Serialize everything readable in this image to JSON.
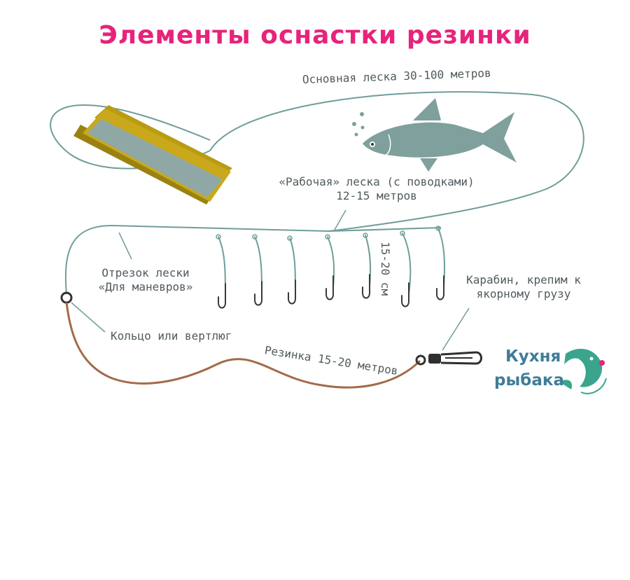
{
  "title": "Элементы оснастки резинки",
  "labels": {
    "main_line": "Основная леска 30-100 метров",
    "working_line_1": "«Рабочая» леска (с поводками)",
    "working_line_2": "12-15 метров",
    "leader_len": "15-20 см",
    "segment_1": "Отрезок лески",
    "segment_2": "«Для маневров»",
    "carabiner_1": "Карабин, крепим к",
    "carabiner_2": "якорному грузу",
    "ring": "Кольцо или вертлюг",
    "elastic": "Резинка 15-20 метров"
  },
  "logo": {
    "line1": "Кухня",
    "line2": "рыбака"
  },
  "colors": {
    "title": "#e7237a",
    "line": "#6f9d9a",
    "elastic": "#a36a4a",
    "reel_yellow": "#c9a81b",
    "reel_line": "#8fa8a6",
    "hook": "#3a3a3a",
    "fish": "#7fa09c",
    "logo_text": "#3f7d98",
    "logo_fish": "#3aa58c"
  }
}
